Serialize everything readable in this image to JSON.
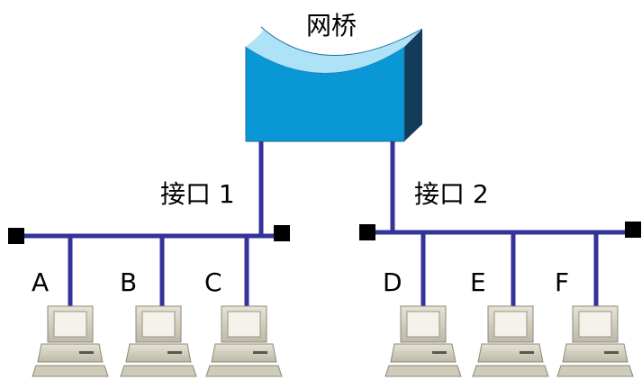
{
  "bridge": {
    "label": "网桥",
    "color_front": "#0a97d6",
    "color_side": "#123c5a",
    "color_top": "#aee3f7"
  },
  "ports": [
    {
      "label": "接口 1"
    },
    {
      "label": "接口 2"
    }
  ],
  "segments": [
    {
      "hosts": [
        "A",
        "B",
        "C"
      ]
    },
    {
      "hosts": [
        "D",
        "E",
        "F"
      ]
    }
  ],
  "colors": {
    "cable": "#33339a",
    "terminator": "#000000",
    "computer": "#d4d0bf"
  }
}
